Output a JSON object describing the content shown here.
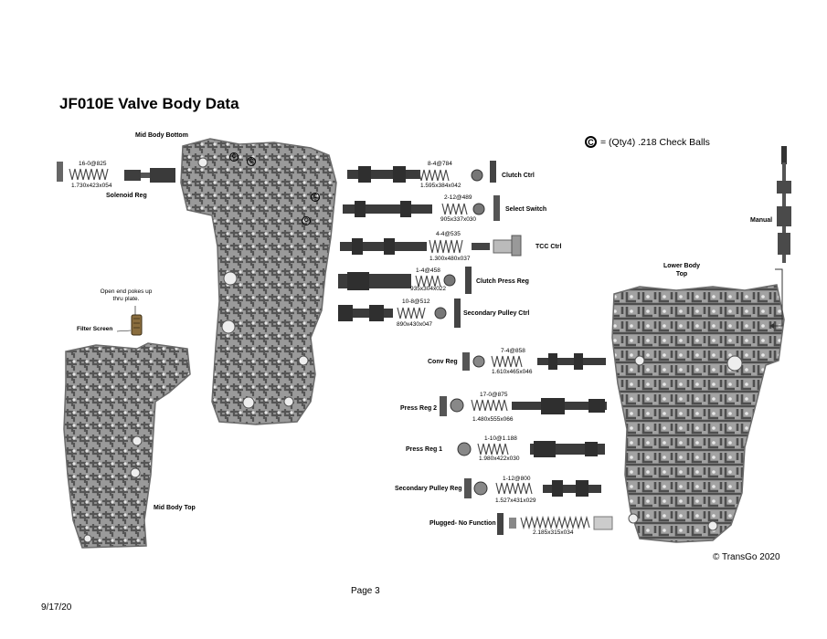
{
  "title": "JF010E Valve Body Data",
  "legend": {
    "symbol": "C",
    "text": "= (Qty4) .218 Check Balls"
  },
  "body_labels": {
    "mid_body_bottom": "Mid Body Bottom",
    "mid_body_top": "Mid Body Top",
    "lower_body_top": "Lower Body Top",
    "filter_screen": "Filter Screen",
    "open_end_note": "Open end pokes up thru plate.",
    "manual": "Manual"
  },
  "check_ball_mark": "C",
  "components": [
    {
      "name": "Solenoid Reg",
      "spring": "16-0@825",
      "dims": "1.730x423x054"
    },
    {
      "name": "Clutch Ctrl",
      "spring": "8-4@784",
      "dims": "1.595x384x042"
    },
    {
      "name": "Select Switch",
      "spring": "2-12@489",
      "dims": "905x337x030"
    },
    {
      "name": "TCC Ctrl",
      "spring": "4-4@535",
      "dims": "1.300x480x037"
    },
    {
      "name": "Clutch Press Reg",
      "spring": "1-4@458",
      "dims": "935x304x022"
    },
    {
      "name": "Secondary Pulley Ctrl",
      "spring": "10-8@512",
      "dims": "890x430x047"
    },
    {
      "name": "Conv Reg",
      "spring": "7-4@858",
      "dims": "1.610x465x046"
    },
    {
      "name": "Press Reg 2",
      "spring": "17-0@875",
      "dims": "1.480x555x066"
    },
    {
      "name": "Press Reg 1",
      "spring": "1-10@1.188",
      "dims": "1.980x422x030"
    },
    {
      "name": "Secondary Pulley Reg",
      "spring": "1-12@800",
      "dims": "1.527x431x029"
    },
    {
      "name": "Plugged- No Function",
      "spring": "",
      "dims": "2.185x315x034"
    }
  ],
  "copyright": "© TransGo 2020",
  "page": "Page 3",
  "date": "9/17/20"
}
